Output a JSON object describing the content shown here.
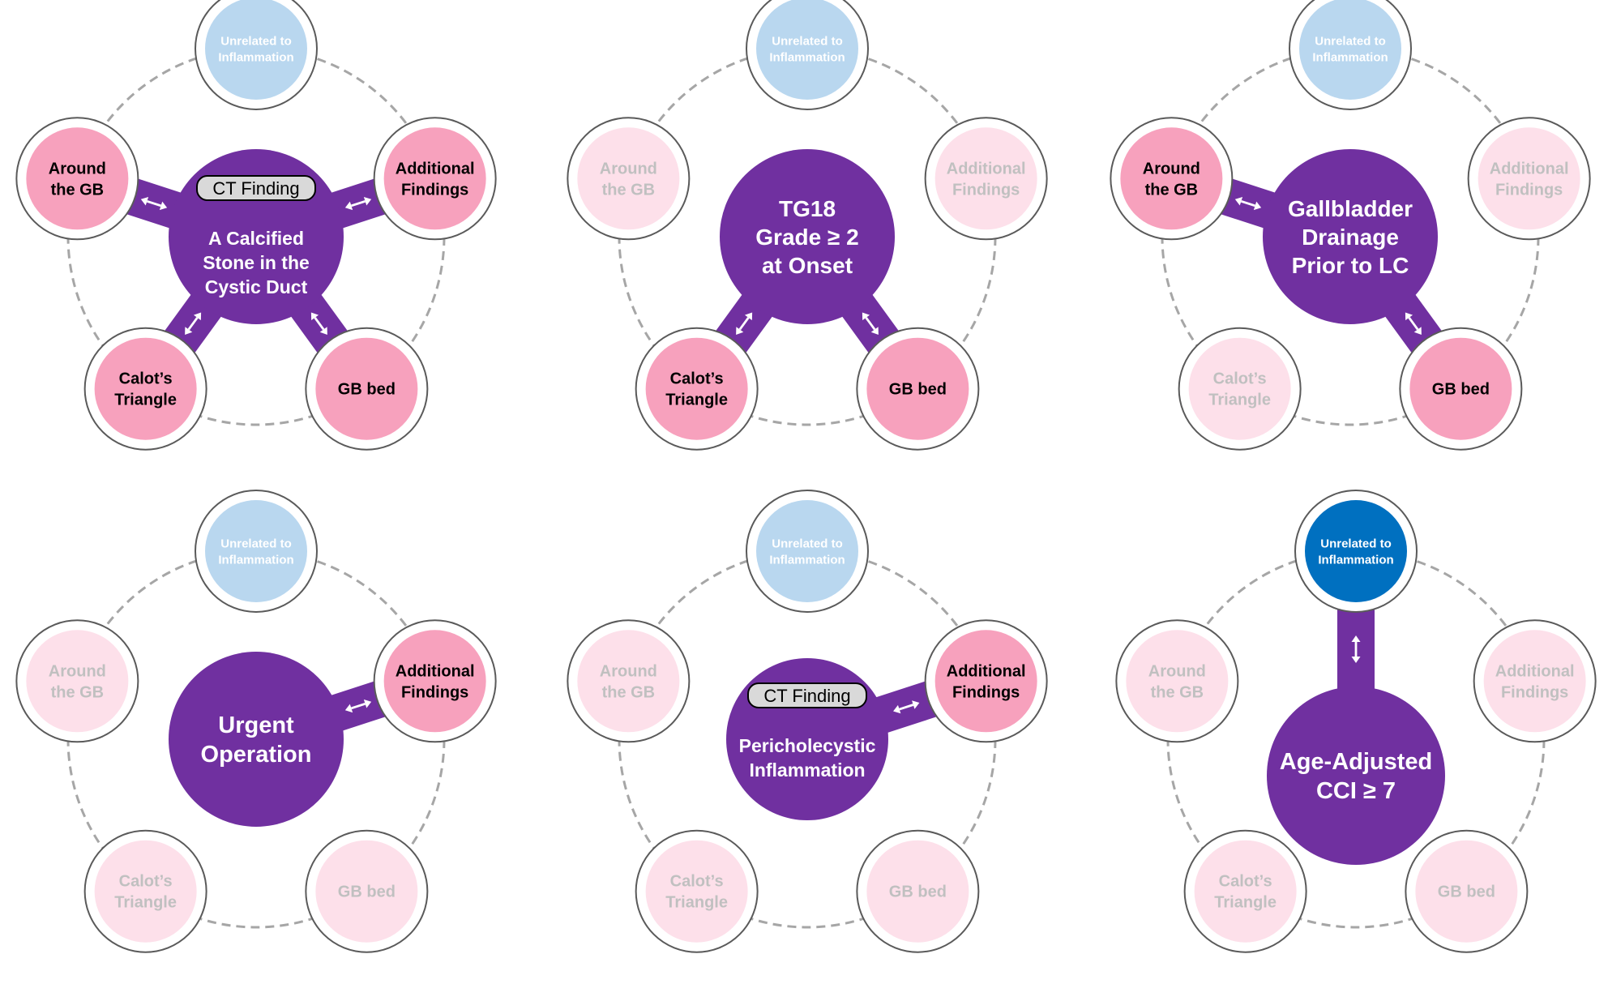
{
  "colors": {
    "purple": "#7030a0",
    "pink_active": "#f7a1bd",
    "pink_faded": "#fde0ea",
    "blue_faded": "#b9d7ef",
    "blue_active": "#0070c0",
    "ring_stroke": "#5a5a5a",
    "dashed_circle": "#a6a6a6",
    "text_active": "#000000",
    "text_faded": "#c0c0c0",
    "text_blue_faded": "#ffffff",
    "arrow": "#ffffff",
    "badge_fill": "#d9d9d9"
  },
  "node_labels": {
    "unrelated": [
      "Unrelated to",
      "Inflammation"
    ],
    "around": [
      "Around",
      "the GB"
    ],
    "additional": [
      "Additional",
      "Findings"
    ],
    "calot": [
      "Calot’s",
      "Triangle"
    ],
    "gbbed": [
      "GB bed"
    ]
  },
  "panels": [
    {
      "id": "calcified-stone",
      "badge": "CT Finding",
      "center_lines": [
        "A Calcified",
        "Stone in the",
        "Cystic Duct"
      ],
      "active_nodes": [
        "around",
        "additional",
        "calot",
        "gbbed"
      ]
    },
    {
      "id": "tg18-grade",
      "badge": "",
      "center_lines": [
        "TG18",
        "Grade ≥ 2",
        "at Onset"
      ],
      "active_nodes": [
        "calot",
        "gbbed"
      ]
    },
    {
      "id": "gallbladder-drainage",
      "badge": "",
      "center_lines": [
        "Gallbladder",
        "Drainage",
        "Prior to LC"
      ],
      "active_nodes": [
        "around",
        "gbbed"
      ]
    },
    {
      "id": "urgent-operation",
      "badge": "",
      "center_lines": [
        "Urgent",
        "Operation"
      ],
      "active_nodes": [
        "additional"
      ]
    },
    {
      "id": "pericholecystic-inflammation",
      "badge": "CT Finding",
      "center_lines": [
        "Pericholecystic",
        "Inflammation"
      ],
      "active_nodes": [
        "additional"
      ]
    },
    {
      "id": "age-adjusted-cci",
      "badge": "",
      "center_lines": [
        "Age-Adjusted",
        "CCI ≥ 7"
      ],
      "active_nodes": [
        "unrelated"
      ]
    }
  ]
}
